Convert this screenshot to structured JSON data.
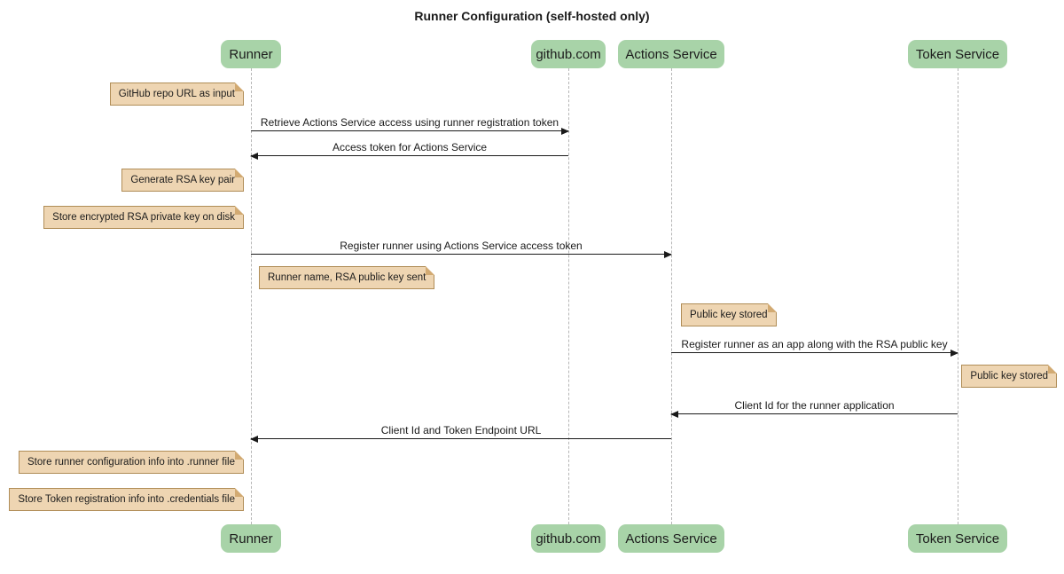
{
  "title": "Runner Configuration (self-hosted only)",
  "participants": [
    {
      "label": "Runner"
    },
    {
      "label": "github.com"
    },
    {
      "label": "Actions Service"
    },
    {
      "label": "Token Service"
    }
  ],
  "notes": [
    {
      "text": "GitHub repo URL as input",
      "anchor": "Runner",
      "side": "left"
    },
    {
      "text": "Generate RSA key pair",
      "anchor": "Runner",
      "side": "left"
    },
    {
      "text": "Store encrypted RSA private key on disk",
      "anchor": "Runner",
      "side": "left"
    },
    {
      "text": "Runner name, RSA public key sent",
      "anchor": "Runner",
      "side": "right"
    },
    {
      "text": "Public key stored",
      "anchor": "Actions Service",
      "side": "right"
    },
    {
      "text": "Public key stored",
      "anchor": "Token Service",
      "side": "right"
    },
    {
      "text": "Store runner configuration info into .runner file",
      "anchor": "Runner",
      "side": "left"
    },
    {
      "text": "Store Token registration info into .credentials file",
      "anchor": "Runner",
      "side": "left"
    }
  ],
  "messages": [
    {
      "label": "Retrieve Actions Service access using runner registration token",
      "from": "Runner",
      "to": "github.com"
    },
    {
      "label": "Access token for Actions Service",
      "from": "github.com",
      "to": "Runner"
    },
    {
      "label": "Register runner using Actions Service access token",
      "from": "Runner",
      "to": "Actions Service"
    },
    {
      "label": "Register runner as an app along with the RSA public key",
      "from": "Actions Service",
      "to": "Token Service"
    },
    {
      "label": "Client Id for the runner application",
      "from": "Token Service",
      "to": "Actions Service"
    },
    {
      "label": "Client Id and Token Endpoint URL",
      "from": "Actions Service",
      "to": "Runner"
    }
  ],
  "colors": {
    "actor_fill": "#a8d3a8",
    "note_fill": "#eed5b2",
    "note_border": "#b08d57",
    "note_fold": "#d2aa72",
    "lifeline": "#b5b5b5",
    "arrow": "#1a1a1a"
  }
}
